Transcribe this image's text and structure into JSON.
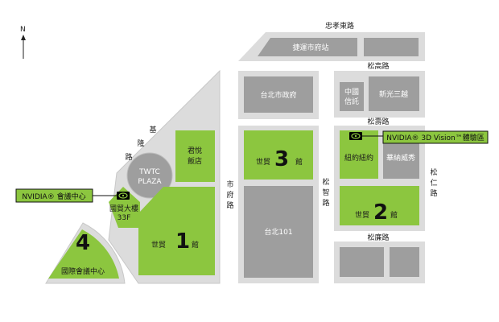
{
  "colors": {
    "green": "#8cc63f",
    "block_light": "#dcdcdc",
    "block_dark": "#9e9e9e",
    "border": "#bdbdbd",
    "accent_text": "#111111"
  },
  "compass": {
    "label": "N"
  },
  "roads": {
    "zhongxiao_e": "忠孝東路",
    "songgao": "松高路",
    "songshou": "松壽路",
    "songlian": "松廉路",
    "keelung": [
      "基",
      "隆",
      "路"
    ],
    "shifu": [
      "市",
      "府",
      "路"
    ],
    "songzhi": [
      "松",
      "智",
      "路"
    ],
    "songren": [
      "松",
      "仁",
      "路"
    ]
  },
  "buildings": {
    "mrt_station": "捷運市府站",
    "city_hall": "台北市政府",
    "taipei101": "台北101",
    "china_trust": [
      "中國",
      "信託"
    ],
    "skm": "新光三越",
    "hyatt": [
      "君悅",
      "飯店"
    ],
    "twtc_plaza": [
      "TWTC",
      "PLAZA"
    ],
    "neo19": "華納威秀",
    "new_york": "紐約紐約",
    "intl_trade_building": [
      "國貿大樓",
      "33F"
    ],
    "hall1": {
      "prefix": "世貿",
      "num": "1",
      "suffix": "館"
    },
    "hall2": {
      "prefix": "世貿",
      "num": "2",
      "suffix": "館"
    },
    "hall3": {
      "prefix": "世貿",
      "num": "3",
      "suffix": "館"
    },
    "hall4": {
      "num": "4",
      "label": "國際會議中心"
    }
  },
  "callouts": {
    "nvidia_ticc": "NVIDIA® 會議中心",
    "nvidia_3d": "NVIDIA® 3D Vision™體驗區"
  },
  "icons": {
    "nvidia_logo": "nvidia-eye-logo",
    "north_arrow": "north-arrow"
  }
}
